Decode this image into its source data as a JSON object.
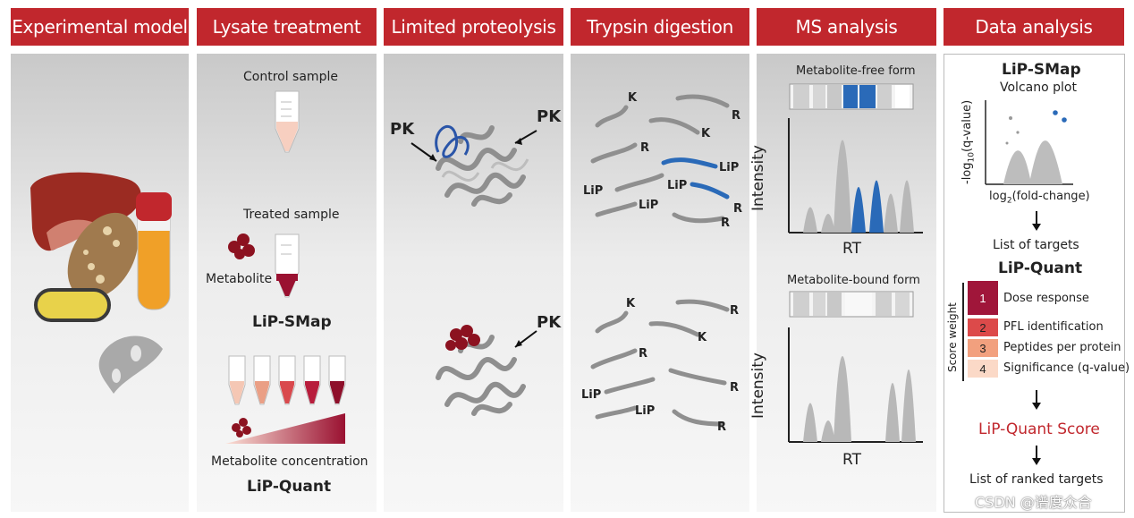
{
  "headers": [
    "Experimental model",
    "Lysate treatment",
    "Limited proteolysis",
    "Trypsin digestion",
    "MS analysis",
    "Data analysis"
  ],
  "lysate": {
    "control_label": "Control sample",
    "treated_label": "Treated sample",
    "metabolite_label": "Metabolite",
    "lip_smap_label": "LiP-SMap",
    "concentration_label": "Metabolite concentration",
    "lip_quant_label": "LiP-Quant"
  },
  "proteolysis": {
    "pk_label": "PK"
  },
  "trypsin": {
    "top_labels": [
      "K",
      "R",
      "K",
      "R",
      "LiP",
      "LiP",
      "LiP",
      "R",
      "R"
    ],
    "bottom_labels": [
      "K",
      "R",
      "K",
      "R",
      "R",
      "LiP",
      "LiP",
      "R"
    ]
  },
  "ms": {
    "free_form_label": "Metabolite-free form",
    "bound_form_label": "Metabolite-bound form",
    "y_label": "Intensity",
    "x_label": "RT"
  },
  "data_analysis": {
    "lip_smap_title": "LiP-SMap",
    "volcano_subtitle": "Volcano plot",
    "volcano_ylabel_prefix": "-log",
    "volcano_ylabel_sub": "10",
    "volcano_ylabel_suffix": "(q-value)",
    "volcano_xlabel_prefix": "log",
    "volcano_xlabel_sub": "2",
    "volcano_xlabel_suffix": "(fold-change)",
    "list_of_targets": "List of targets",
    "lip_quant_title": "LiP-Quant",
    "score_weight_label": "Score weight",
    "score_items": [
      {
        "num": "1",
        "label": "Dose response",
        "color": "#a0163a"
      },
      {
        "num": "2",
        "label": "PFL identification",
        "color": "#dc4a4a"
      },
      {
        "num": "3",
        "label": "Peptides per protein",
        "color": "#f2a07e"
      },
      {
        "num": "4",
        "label": "Significance (q-value)",
        "color": "#fbd9c7"
      }
    ],
    "lip_quant_score": "LiP-Quant Score",
    "ranked_targets": "List of ranked targets"
  },
  "watermark": "CSDN @谱度众合",
  "colors": {
    "header_red": "#c1272d",
    "blue": "#2a6ab8",
    "metabolite": "#8c1220"
  }
}
